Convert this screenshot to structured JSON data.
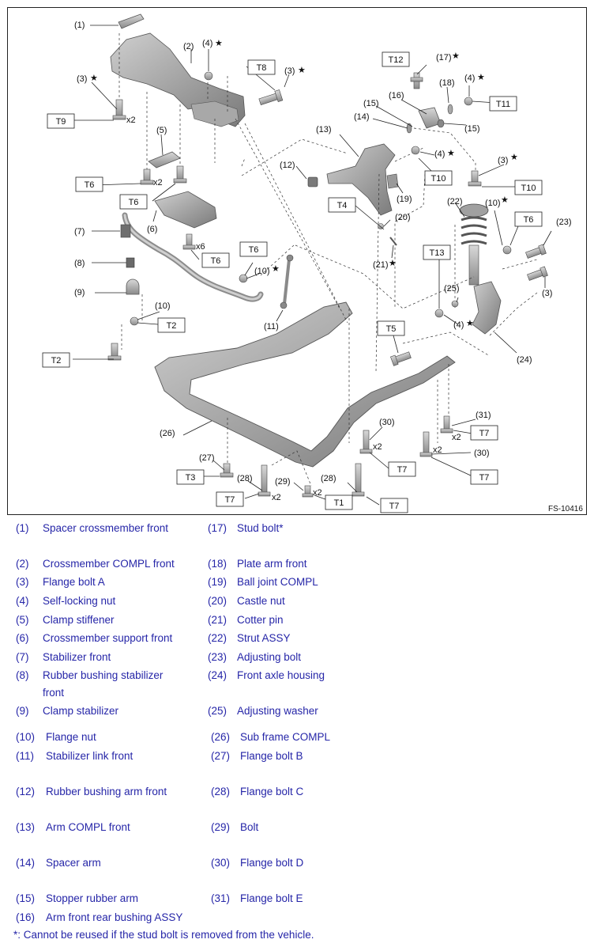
{
  "figure_id": "FS-10416",
  "star": "★",
  "torque_labels": {
    "T1": "T1",
    "T2": "T2",
    "T3": "T3",
    "T4": "T4",
    "T5": "T5",
    "T6": "T6",
    "T7": "T7",
    "T8": "T8",
    "T9": "T9",
    "T10": "T10",
    "T11": "T11",
    "T12": "T12",
    "T13": "T13"
  },
  "quantity": "x2",
  "quantity6": "x6",
  "callouts": {
    "c1": "(1)",
    "c2": "(2)",
    "c3": "(3)",
    "c4": "(4)",
    "c5": "(5)",
    "c6": "(6)",
    "c7": "(7)",
    "c8": "(8)",
    "c9": "(9)",
    "c10": "(10)",
    "c11": "(11)",
    "c12": "(12)",
    "c13": "(13)",
    "c14": "(14)",
    "c15": "(15)",
    "c16": "(16)",
    "c17": "(17)",
    "c18": "(18)",
    "c19": "(19)",
    "c20": "(20)",
    "c21": "(21)",
    "c22": "(22)",
    "c23": "(23)",
    "c24": "(24)",
    "c25": "(25)",
    "c26": "(26)",
    "c27": "(27)",
    "c28": "(28)",
    "c29": "(29)",
    "c30": "(30)",
    "c31": "(31)"
  },
  "legend": [
    {
      "num": "(1)",
      "label": "Spacer crossmember front"
    },
    {
      "num": "(2)",
      "label": "Crossmember COMPL front"
    },
    {
      "num": "(3)",
      "label": "Flange bolt A"
    },
    {
      "num": "(4)",
      "label": "Self-locking nut"
    },
    {
      "num": "(5)",
      "label": "Clamp stiffener"
    },
    {
      "num": "(6)",
      "label": "Crossmember support front"
    },
    {
      "num": "(7)",
      "label": "Stabilizer front"
    },
    {
      "num": "(8)",
      "label": "Rubber bushing stabilizer"
    },
    {
      "num": "",
      "label": "front"
    },
    {
      "num": "(9)",
      "label": "Clamp stabilizer"
    },
    {
      "num": "(10)",
      "label": "Flange nut"
    },
    {
      "num": "(11)",
      "label": "Stabilizer link front"
    },
    {
      "num": "(12)",
      "label": "Rubber bushing arm front"
    },
    {
      "num": "(13)",
      "label": "Arm COMPL front"
    },
    {
      "num": "(14)",
      "label": "Spacer arm"
    },
    {
      "num": "(15)",
      "label": "Stopper rubber arm"
    },
    {
      "num": "(16)",
      "label": "Arm front rear bushing ASSY"
    },
    {
      "num": "(17)",
      "label": "Stud bolt*"
    },
    {
      "num": "(18)",
      "label": "Plate arm front"
    },
    {
      "num": "(19)",
      "label": "Ball joint COMPL"
    },
    {
      "num": "(20)",
      "label": "Castle nut"
    },
    {
      "num": "(21)",
      "label": "Cotter pin"
    },
    {
      "num": "(22)",
      "label": "Strut ASSY"
    },
    {
      "num": "(23)",
      "label": "Adjusting bolt"
    },
    {
      "num": "(24)",
      "label": "Front axle housing"
    },
    {
      "num": "(25)",
      "label": "Adjusting washer"
    },
    {
      "num": "(26)",
      "label": "Sub frame COMPL"
    },
    {
      "num": "(27)",
      "label": "Flange bolt B"
    },
    {
      "num": "(28)",
      "label": "Flange bolt C"
    },
    {
      "num": "(29)",
      "label": "Bolt"
    },
    {
      "num": "(30)",
      "label": "Flange bolt D"
    },
    {
      "num": "(31)",
      "label": "Flange bolt E"
    }
  ],
  "footnote": "*: Cannot be reused if the stud bolt is removed from the vehicle."
}
